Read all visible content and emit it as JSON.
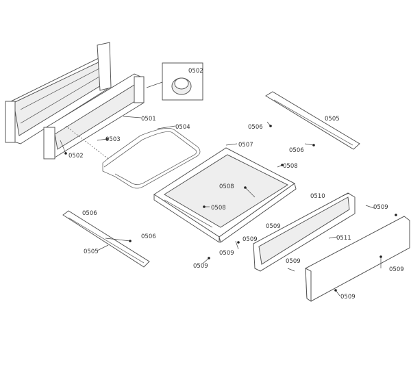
{
  "labels": {
    "l1": "0502",
    "l2": "0501",
    "l3": "0503",
    "l4": "0504",
    "l5": "0502",
    "l6": "0505",
    "l7": "0506",
    "l8": "0506",
    "l9": "0507",
    "l10": "0508",
    "l11": "0508",
    "l12": "0508",
    "l13": "0509",
    "l14": "0509",
    "l15": "0509",
    "l16": "0510",
    "l17": "0509",
    "l18": "0511",
    "l19": "0509",
    "l20": "0509",
    "l21": "0509",
    "l22": "0509",
    "l23": "0506",
    "l24": "0506",
    "l25": "0505"
  }
}
